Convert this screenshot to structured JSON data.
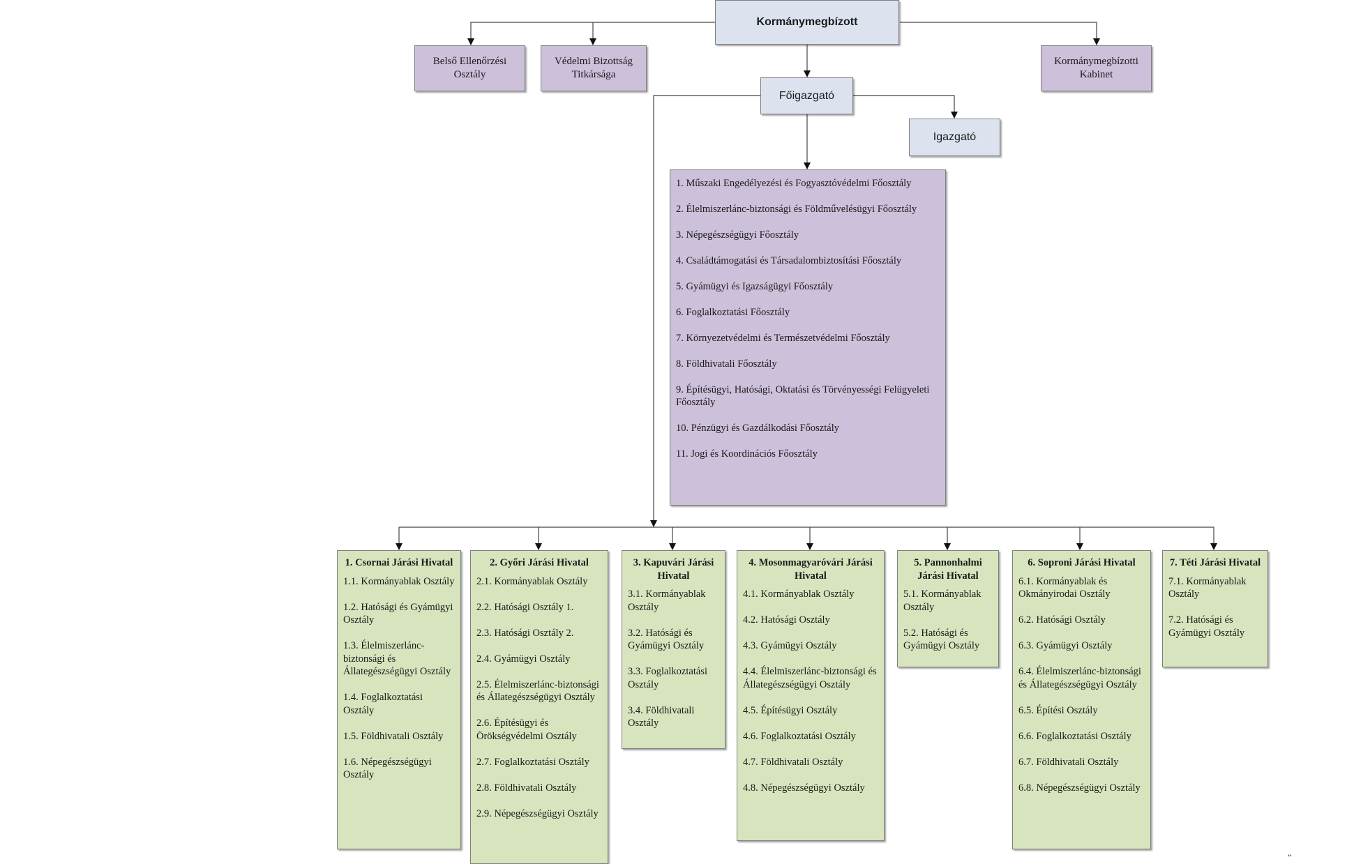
{
  "top": {
    "kormanymegbizott": "Kormánymegbízott",
    "belso": "Belső Ellenőrzési Osztály",
    "vedelmi": "Védelmi Bizottság Titkársága",
    "kabinet": "Kormánymegbízotti Kabinet",
    "foigazgato": "Főigazgató",
    "igazgato": "Igazgató"
  },
  "main_departments": [
    "1. Műszaki Engedélyezési és Fogyasztóvédelmi Főosztály",
    "2. Élelmiszerlánc-biztonsági és Földművelésügyi Főosztály",
    "3. Népegészségügyi Főosztály",
    "4. Családtámogatási és Társadalombiztosítási Főosztály",
    "5. Gyámügyi és Igazságügyi Főosztály",
    "6. Foglalkoztatási Főosztály",
    "7. Környezetvédelmi és Természetvédelmi Főosztály",
    "8. Földhivatali Főosztály",
    "9. Építésügyi, Hatósági, Oktatási és Törvényességi Felügyeleti Főosztály",
    "10. Pénzügyi és Gazdálkodási Főosztály",
    "11. Jogi és Koordinációs Főosztály"
  ],
  "district_offices": [
    {
      "title": "1. Csornai Járási Hivatal",
      "items": [
        "1.1. Kormányablak Osztály",
        "1.2. Hatósági és Gyámügyi Osztály",
        "1.3. Élelmiszerlánc-biztonsági és Állategészségügyi Osztály",
        "1.4. Foglalkoztatási Osztály",
        "1.5. Földhivatali Osztály",
        "1.6. Népegészségügyi Osztály"
      ]
    },
    {
      "title": "2. Győri Járási Hivatal",
      "items": [
        "2.1. Kormányablak Osztály",
        "2.2. Hatósági Osztály 1.",
        "2.3. Hatósági Osztály 2.",
        "2.4. Gyámügyi Osztály",
        "2.5. Élelmiszerlánc-biztonsági és Állategészségügyi Osztály",
        "2.6. Építésügyi és Örökségvédelmi Osztály",
        "2.7. Foglalkoztatási Osztály",
        "2.8. Földhivatali Osztály",
        "2.9. Népegészségügyi Osztály"
      ]
    },
    {
      "title": "3. Kapuvári Járási Hivatal",
      "items": [
        "3.1. Kormányablak Osztály",
        "3.2. Hatósági és Gyámügyi Osztály",
        "3.3. Foglalkoztatási Osztály",
        "3.4. Földhivatali Osztály"
      ]
    },
    {
      "title": "4. Mosonmagyaróvári Járási Hivatal",
      "items": [
        "4.1. Kormányablak Osztály",
        "4.2. Hatósági Osztály",
        "4.3. Gyámügyi Osztály",
        "4.4. Élelmiszerlánc-biztonsági és Állategészségügyi Osztály",
        "4.5. Építésügyi Osztály",
        "4.6. Foglalkoztatási Osztály",
        "4.7. Földhivatali Osztály",
        "4.8. Népegészségügyi Osztály"
      ]
    },
    {
      "title": "5. Pannonhalmi Járási Hivatal",
      "items": [
        "5.1. Kormányablak Osztály",
        "5.2. Hatósági és Gyámügyi Osztály"
      ]
    },
    {
      "title": "6. Soproni Járási Hivatal",
      "items": [
        "6.1. Kormányablak és Okmányirodai Osztály",
        "6.2. Hatósági Osztály",
        "6.3. Gyámügyi Osztály",
        "6.4. Élelmiszerlánc-biztonsági és Állategészségügyi Osztály",
        "6.5. Építési Osztály",
        "6.6. Foglalkoztatási Osztály",
        "6.7. Földhivatali Osztály",
        "6.8. Népegészségügyi Osztály"
      ]
    },
    {
      "title": "7. Téti Járási Hivatal",
      "items": [
        "7.1. Kormányablak Osztály",
        "7.2. Hatósági és Gyámügyi Osztály"
      ]
    }
  ],
  "corner_mark": "”"
}
